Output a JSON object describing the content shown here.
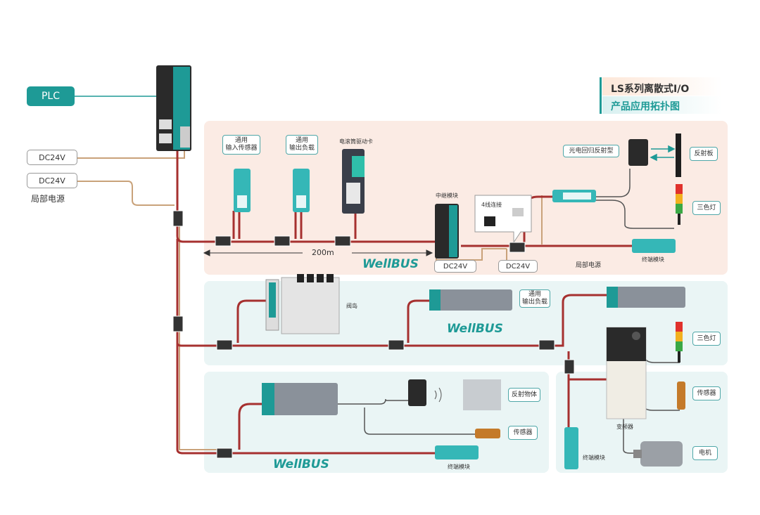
{
  "title": {
    "line1": "LS系列离散式I/O",
    "line2": "产品应用拓扑图"
  },
  "plc": "PLC",
  "power": {
    "dc1": "DC24V",
    "dc2": "DC24V",
    "local": "局部电源"
  },
  "top_zone": {
    "general_input_sensor": "通用\n输入传感器",
    "general_output_load": "通用\n输出负载",
    "drum_card": "电滚筒驱动卡",
    "relay_module": "中继模块",
    "four_wire": "4线连接",
    "photo_reflect": "光电回归反射型",
    "reflector": "反射板",
    "tri_light": "三色灯",
    "distance": "200m",
    "dc_a": "DC24V",
    "dc_b": "DC24V",
    "local_power": "局部电源",
    "terminal": "终端模块",
    "wellbus": "WellBUS"
  },
  "mid_zone": {
    "valve_island": "阀岛",
    "general_output_load": "通用\n输出负载",
    "wellbus": "WellBUS"
  },
  "right_zone": {
    "tri_light": "三色灯",
    "sensor": "传感器",
    "inverter": "变频器",
    "motor": "电机",
    "terminal": "终端模块"
  },
  "bottom_zone": {
    "reflect_object": "反射物体",
    "sensor": "传感器",
    "terminal": "终端模块",
    "wellbus": "WellBUS"
  },
  "colors": {
    "accent": "#1e9a96",
    "cable_red": "#a6302f",
    "zone_top": "#fbebe4",
    "zone_blue": "#eaf5f5"
  }
}
